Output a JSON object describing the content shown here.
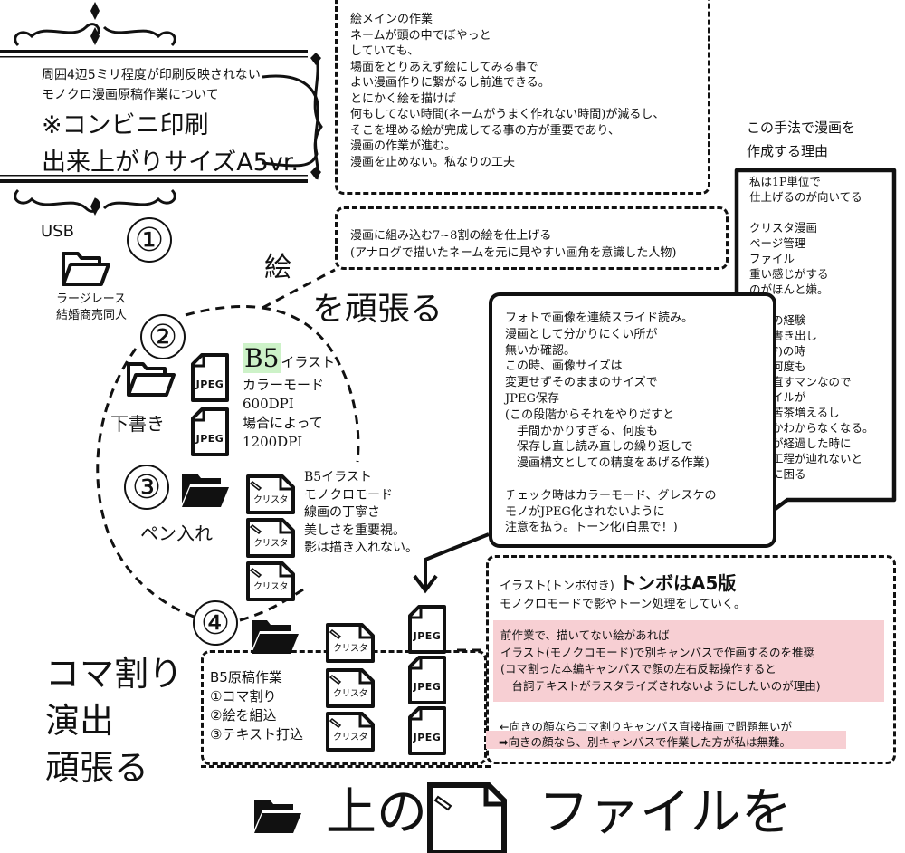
{
  "title_block": {
    "line1": "周囲4辺5ミリ程度が印刷反映されない",
    "line2": "モノクロ漫画原稿作業について",
    "line3": "※コンビニ印刷",
    "line4": "出来上がりサイズA5vr."
  },
  "box_main_work": {
    "lines": [
      "絵メインの作業",
      "ネームが頭の中でぼやっと",
      "していても、",
      "場面をとりあえず絵にしてみる事で",
      "よい漫画作りに繋がるし前進できる。",
      "とにかく絵を描けば",
      "何もしてない時間(ネームがうまく作れない時間)が減るし、",
      "そこを埋める絵が完成してる事の方が重要であり、",
      "漫画の作業が進む。",
      "漫画を止めない。私なりの工夫"
    ]
  },
  "box_finish": {
    "lines": [
      "漫画に組み込む7~8割の絵を仕上げる",
      "(アナログで描いたネームを元に見やすい画角を意識した人物)"
    ]
  },
  "reason_heading": {
    "lines": [
      "この手法で漫画を",
      "作成する理由"
    ]
  },
  "reason_bubble": {
    "lines": [
      "私は1P単位で",
      "仕上げるのが向いてる",
      "",
      "クリスタ漫画",
      "ページ管理",
      "ファイル",
      "重い感じがする",
      "のがほんと嫌。",
      "",
      "過去の経験",
      "複数書き出し",
      "(PDF)の時",
      "私は何度も",
      "やり直すマンなので",
      "ファイルが",
      "無茶苦茶増えるし",
      "どれかわからなくなる。",
      "年月が経過した時に",
      "作業工程が辿れないと",
      "非常に困る"
    ]
  },
  "check_bubble": {
    "lines": [
      "フォトで画像を連続スライド読み。",
      "漫画として分かりにくい所が",
      "無いか確認。",
      "この時、画像サイズは",
      "変更せずそのままのサイズで",
      "JPEG保存",
      "(この段階からそれをやりだすと",
      "　手間かかりすぎる、何度も",
      "　保存し直し読み直しの繰り返しで",
      "　漫画構文としての精度をあげる作業)",
      "",
      "チェック時はカラーモード、グレスケの",
      "モノがJPEG化されないように",
      "注意を払う。トーン化(白黒で！)"
    ]
  },
  "big_labels": {
    "e": "絵",
    "ganbaru": "を頑張る",
    "koma": [
      "コマ割り",
      "演出",
      "頑張る"
    ]
  },
  "step1": {
    "number": "①",
    "label": "USB",
    "desc": [
      "ラージレース",
      "結婚商売同人"
    ]
  },
  "step2": {
    "number": "②",
    "label": "下書き",
    "b5": "B5",
    "spec": [
      "イラスト",
      "カラーモード",
      "600DPI",
      "場合によって",
      "1200DPI"
    ]
  },
  "step3": {
    "number": "③",
    "label": "ペン入れ",
    "spec": [
      "B5イラスト",
      "モノクロモード",
      "線画の丁寧さ",
      "美しさを重要視。",
      "影は描き入れない。"
    ]
  },
  "step4": {
    "number": "④",
    "spec": [
      "B5原稿作業",
      "①コマ割り",
      "②絵を組込",
      "③テキスト打込"
    ]
  },
  "icons": {
    "jpeg": "JPEG",
    "crista": "クリスタ"
  },
  "box_tombo": {
    "line1": "イラスト(トンボ付き)",
    "line1_big": "トンボはA5版",
    "line2": "モノクロモードで影やトーン処理をしていく。",
    "pink_lines": [
      "前作業で、描いてない絵があれば",
      "イラスト(モノクロモード)で別キャンバスで作画するのを推奨",
      "(コマ割った本編キャンバスで顔の左右反転操作すると",
      "　台詞テキストがラスタライズされないようにしたいのが理由)"
    ],
    "note1": "←向きの顔ならコマ割りキャンバス直接描画で問題無いが",
    "note2": "➡向きの顔なら、別キャンバスで作業した方が私は無難。"
  },
  "bottom_caption": {
    "part1": "上の",
    "part2": "ファイルを"
  },
  "colors": {
    "pink": "#f7cfd3",
    "green": "#cdf2c8",
    "ink": "#111111"
  }
}
